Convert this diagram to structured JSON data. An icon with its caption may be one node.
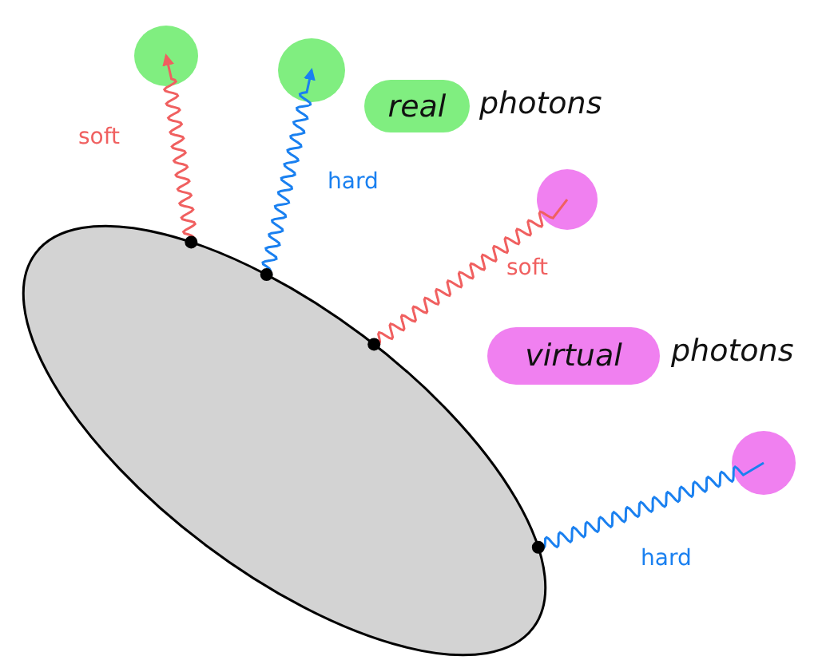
{
  "diagram": {
    "nodes": [
      {
        "text": [],
        "shape": "ellipse"
      },
      {
        "text": [],
        "shape": "circle"
      },
      {
        "text": [],
        "shape": "circle"
      },
      {
        "text": [
          "real"
        ],
        "beside": [
          "photons"
        ]
      },
      {
        "text": [],
        "shape": "circle"
      },
      {
        "text": [
          "virtual"
        ],
        "beside": [
          "photons"
        ]
      },
      {
        "text": [],
        "shape": "circle"
      }
    ],
    "edges": [
      {
        "from": 0,
        "to": 1,
        "arrow": "to",
        "label": "soft",
        "color": "#f06060"
      },
      {
        "from": 0,
        "to": 2,
        "arrow": "to",
        "label": "hard",
        "color": "#1a80f0"
      },
      {
        "from": 0,
        "to": 4,
        "arrow": "none",
        "label": "soft",
        "color": "#f06060"
      },
      {
        "from": 0,
        "to": 6,
        "arrow": "none",
        "label": "hard",
        "color": "#1a80f0"
      }
    ]
  }
}
